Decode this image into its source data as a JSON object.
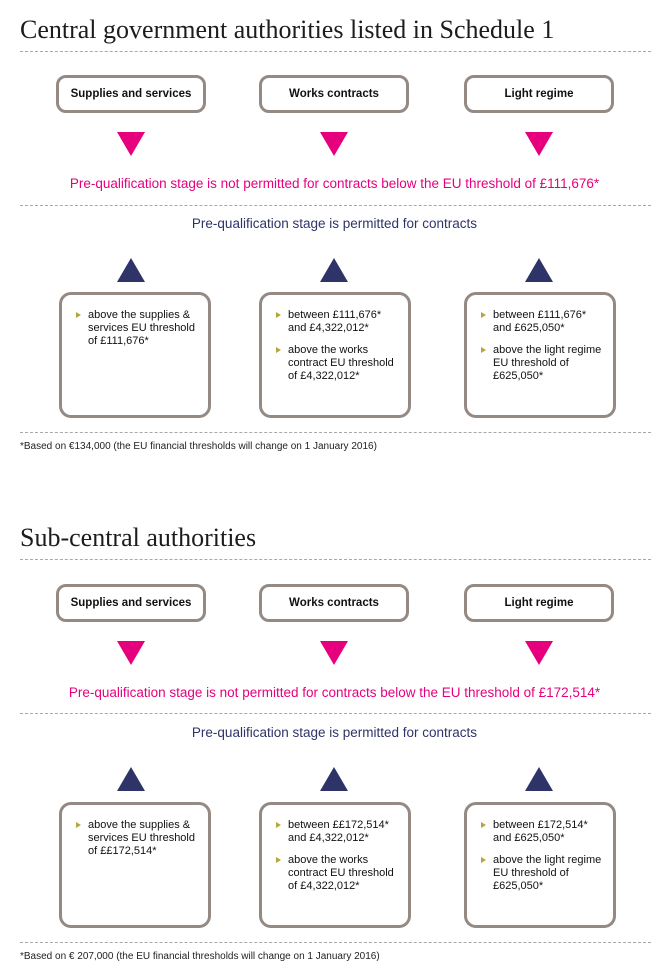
{
  "sections": [
    {
      "title": "Central government authorities listed in Schedule 1",
      "categories": [
        "Supplies and services",
        "Works contracts",
        "Light regime"
      ],
      "not_permitted": "Pre-qualification stage is not permitted for contracts below the EU threshold of £111,676*",
      "permitted": "Pre-qualification stage is permitted for contracts",
      "details": [
        [
          "above the supplies & services EU threshold of £111,676*"
        ],
        [
          "between £111,676* and £4,322,012*",
          "above the works contract EU threshold of £4,322,012*"
        ],
        [
          "between £111,676* and £625,050*",
          "above the light regime EU threshold of £625,050*"
        ]
      ],
      "footnote": "*Based on €134,000 (the EU financial thresholds will change on 1 January 2016)"
    },
    {
      "title": "Sub-central authorities",
      "categories": [
        "Supplies and services",
        "Works contracts",
        "Light regime"
      ],
      "not_permitted": "Pre-qualification stage is not permitted for contracts below the EU threshold of £172,514*",
      "permitted": "Pre-qualification stage is permitted for contracts",
      "details": [
        [
          "above the supplies & services EU threshold of ££172,514*"
        ],
        [
          "between ££172,514* and £4,322,012*",
          "above the works contract EU threshold of £4,322,012*"
        ],
        [
          "between £172,514* and £625,050*",
          "above the light regime EU threshold of £625,050*"
        ]
      ],
      "footnote": "*Based on € 207,000 (the EU financial thresholds will change on 1 January 2016)"
    }
  ]
}
